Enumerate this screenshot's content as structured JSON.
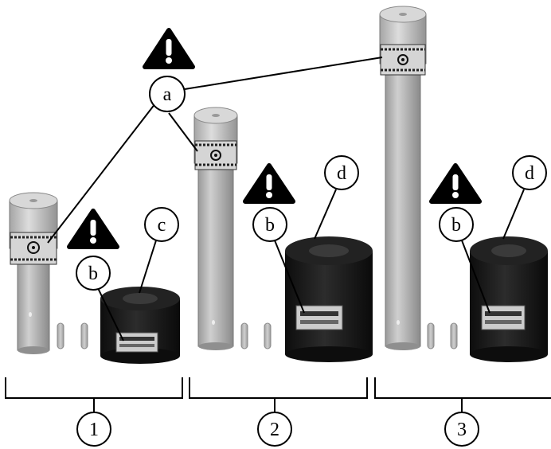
{
  "callouts": {
    "a": "a",
    "b1": "b",
    "b2": "b",
    "b3": "b",
    "c": "c",
    "d1": "d",
    "d2": "d"
  },
  "groups": {
    "g1": "1",
    "g2": "2",
    "g3": "3"
  },
  "icons": {
    "warning": "warning-triangle-icon",
    "biohazard": "biohazard-label-icon"
  },
  "colors": {
    "tube": "#a8a8a8",
    "tube_dark": "#8c8c8c",
    "shield": "#1a1a1a",
    "ink": "#000000"
  }
}
